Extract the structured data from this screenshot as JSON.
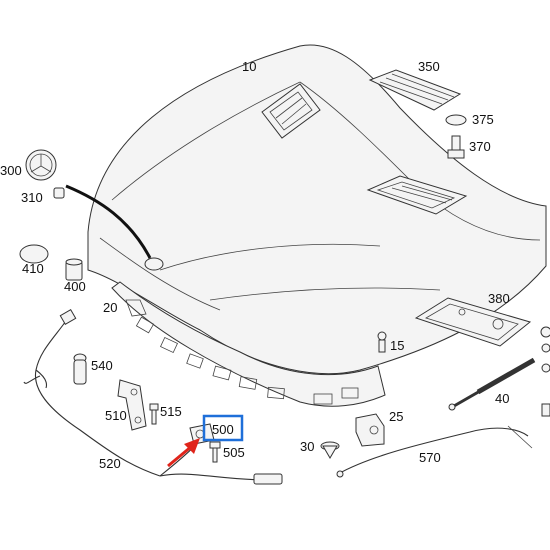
{
  "labels": {
    "hood": "10",
    "hood_seal_lower": "20",
    "bracket_right": "25",
    "clip_30": "30",
    "rod_40": "40",
    "clip_15": "15",
    "vent_grille_350": "350",
    "cap_375": "375",
    "screw_370": "370",
    "star_emblem": "300",
    "emblem_base": "310",
    "gasket_410": "410",
    "bumper_400": "400",
    "vent_380": "380",
    "grommet_540": "540",
    "bracket_510": "510",
    "screw_515": "515",
    "release_cable": "520",
    "latch_500": "500",
    "bolt_505": "505",
    "cable_570": "570"
  },
  "highlight": {
    "label_ref": "500",
    "box_color": "#1e6fd9",
    "arrow_color": "#e0241b"
  }
}
